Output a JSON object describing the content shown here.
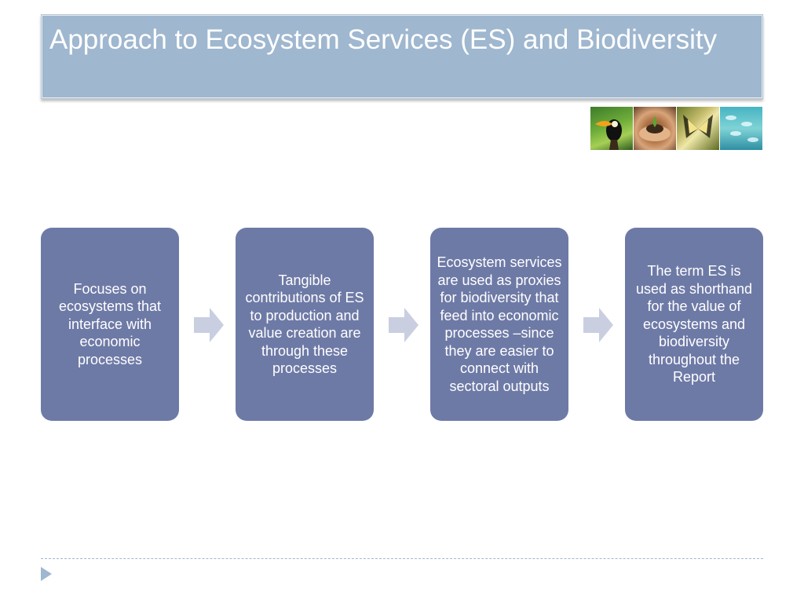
{
  "slide": {
    "title": "Approach to Ecosystem Services (ES) and Biodiversity"
  },
  "photos": [
    "toucan-photo",
    "hands-with-soil-photo",
    "butterfly-photo",
    "fish-school-photo"
  ],
  "flow": {
    "steps": [
      {
        "text": "Focuses on ecosystems that interface with economic processes"
      },
      {
        "text": "Tangible contributions of ES to production and value creation are through these processes"
      },
      {
        "text": "Ecosystem services are used as proxies for biodiversity that feed into economic processes –since they are easier to connect with sectoral outputs"
      },
      {
        "text": "The term ES is used as shorthand for the value of ecosystems and biodiversity throughout the Report"
      }
    ]
  },
  "colors": {
    "title_bar": "#9fb7cf",
    "step_box": "#6e7aa6",
    "arrow": "#c9cfe0",
    "footer_marker": "#9fb7cf"
  }
}
